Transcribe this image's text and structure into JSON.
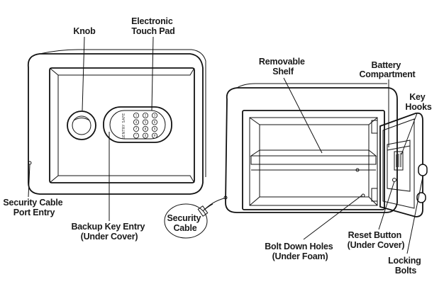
{
  "labels": {
    "knob": [
      "Knob"
    ],
    "touch_pad": [
      "Electronic",
      "Touch Pad"
    ],
    "security_cable_port": [
      "Security Cable",
      "Port Entry"
    ],
    "backup_key": [
      "Backup Key Entry",
      "(Under Cover)"
    ],
    "security_cable": [
      "Security",
      "Cable"
    ],
    "removable_shelf": [
      "Removable",
      "Shelf"
    ],
    "battery_compartment": [
      "Battery",
      "Compartment"
    ],
    "key_hooks": [
      "Key",
      "Hooks"
    ],
    "reset_button": [
      "Reset Button",
      "(Under Cover)"
    ],
    "bolt_down_holes": [
      "Bolt Down Holes",
      "(Under Foam)"
    ],
    "locking_bolts": [
      "Locking",
      "Bolts"
    ]
  },
  "keypad": {
    "brand": "SENTRY SAFE",
    "keys": [
      "1",
      "2",
      "3",
      "4",
      "5",
      "6",
      "7",
      "8",
      "9",
      "*",
      "0",
      "#"
    ]
  }
}
